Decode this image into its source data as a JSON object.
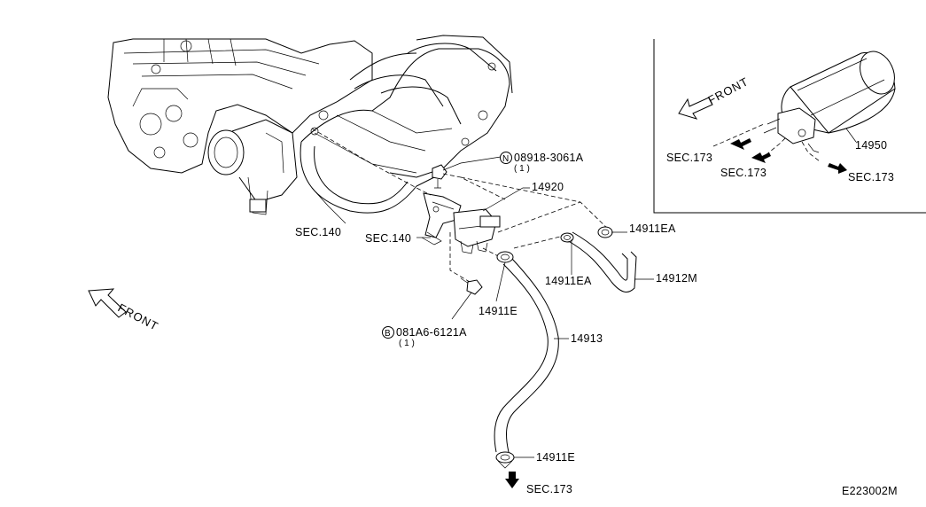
{
  "diagram_id": "E223002M",
  "front_labels": [
    "FRONT",
    "FRONT"
  ],
  "section_refs": {
    "sec140_upper": "SEC.140",
    "sec140_lower": "SEC.140",
    "sec173_bottom": "SEC.173",
    "sec173_inset_left": "SEC.173",
    "sec173_inset_mid": "SEC.173",
    "sec173_inset_right": "SEC.173"
  },
  "parts": {
    "nut": {
      "symbol": "N",
      "number": "08918-3061A",
      "qty": "( 1 )"
    },
    "bolt": {
      "symbol": "B",
      "number": "081A6-6121A",
      "qty": "( 1 )"
    },
    "valve": "14920",
    "canister": "14950",
    "clamp_ea_upper": "14911EA",
    "clamp_ea_lower": "14911EA",
    "hose_m": "14912M",
    "clamp_e_upper": "14911E",
    "hose_main": "14913",
    "clamp_e_lower": "14911E"
  }
}
